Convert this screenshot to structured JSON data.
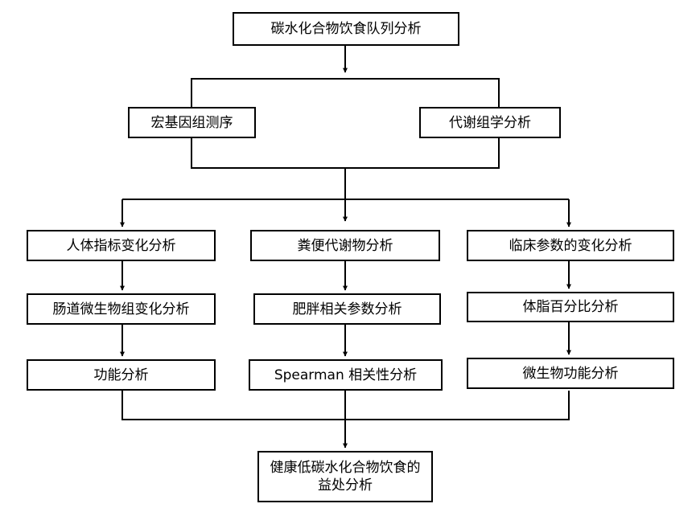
{
  "diagram": {
    "root": "碳水化合物饮食队列分析",
    "methods": {
      "metagenome": "宏基因组测序",
      "metabolome": "代谢组学分析"
    },
    "branches": {
      "left": [
        "人体指标变化分析",
        "肠道微生物组变化分析",
        "功能分析"
      ],
      "middle": [
        "粪便代谢物分析",
        "肥胖相关参数分析",
        "Spearman 相关性分析"
      ],
      "right": [
        "临床参数的变化分析",
        "体脂百分比分析",
        "微生物功能分析"
      ]
    },
    "conclusion": "健康低碳水化合物饮食的益处分析"
  },
  "colors": {
    "stroke": "#000000",
    "background": "#ffffff"
  }
}
